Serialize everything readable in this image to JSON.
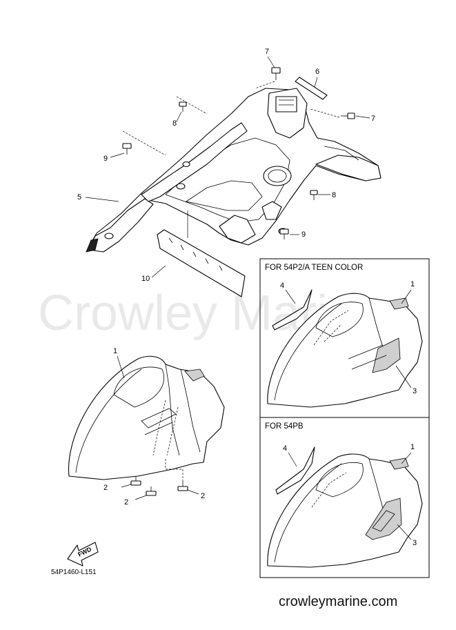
{
  "watermark": "Crowley Marine",
  "diagram_code": "54P1460-L151",
  "footer_url": "crowleymarine.com",
  "fwd_label": "FWD",
  "callouts": {
    "c7a": "7",
    "c6": "6",
    "c7b": "7",
    "c8a": "8",
    "c9a": "9",
    "c5": "5",
    "c8b": "8",
    "c9b": "9",
    "c10": "10",
    "m1": "1",
    "m2a": "2",
    "m2b": "2",
    "m2c": "2",
    "t4": "4",
    "t1": "1",
    "t3": "3",
    "b4": "4",
    "b1": "1",
    "b3": "3"
  },
  "boxes": {
    "teen_title": "FOR 54P2/A TEEN COLOR",
    "pb_title": "FOR 54PB"
  }
}
